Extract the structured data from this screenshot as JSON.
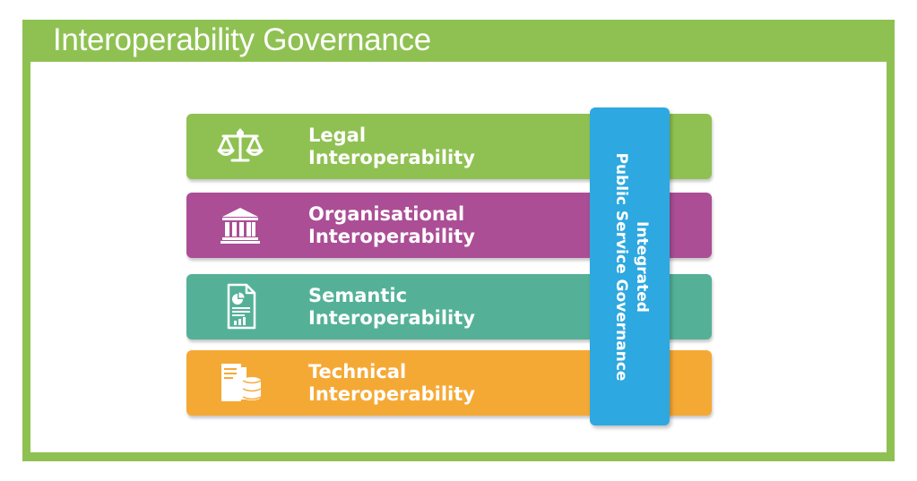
{
  "title": "Interoperability Governance",
  "colors": {
    "frame": "#8fc152",
    "legal": "#8fc152",
    "organisational": "#ab4e95",
    "semantic": "#54b197",
    "technical": "#f5a935",
    "governance": "#2ea8e0"
  },
  "layers": [
    {
      "line1": "Legal",
      "line2": "Interoperability",
      "icon": "scales-icon"
    },
    {
      "line1": "Organisational",
      "line2": "Interoperability",
      "icon": "building-icon"
    },
    {
      "line1": "Semantic",
      "line2": "Interoperability",
      "icon": "document-icon"
    },
    {
      "line1": "Technical",
      "line2": "Interoperability",
      "icon": "server-icon"
    }
  ],
  "governance": {
    "line1": "Integrated",
    "line2": "Public Service Governance"
  }
}
